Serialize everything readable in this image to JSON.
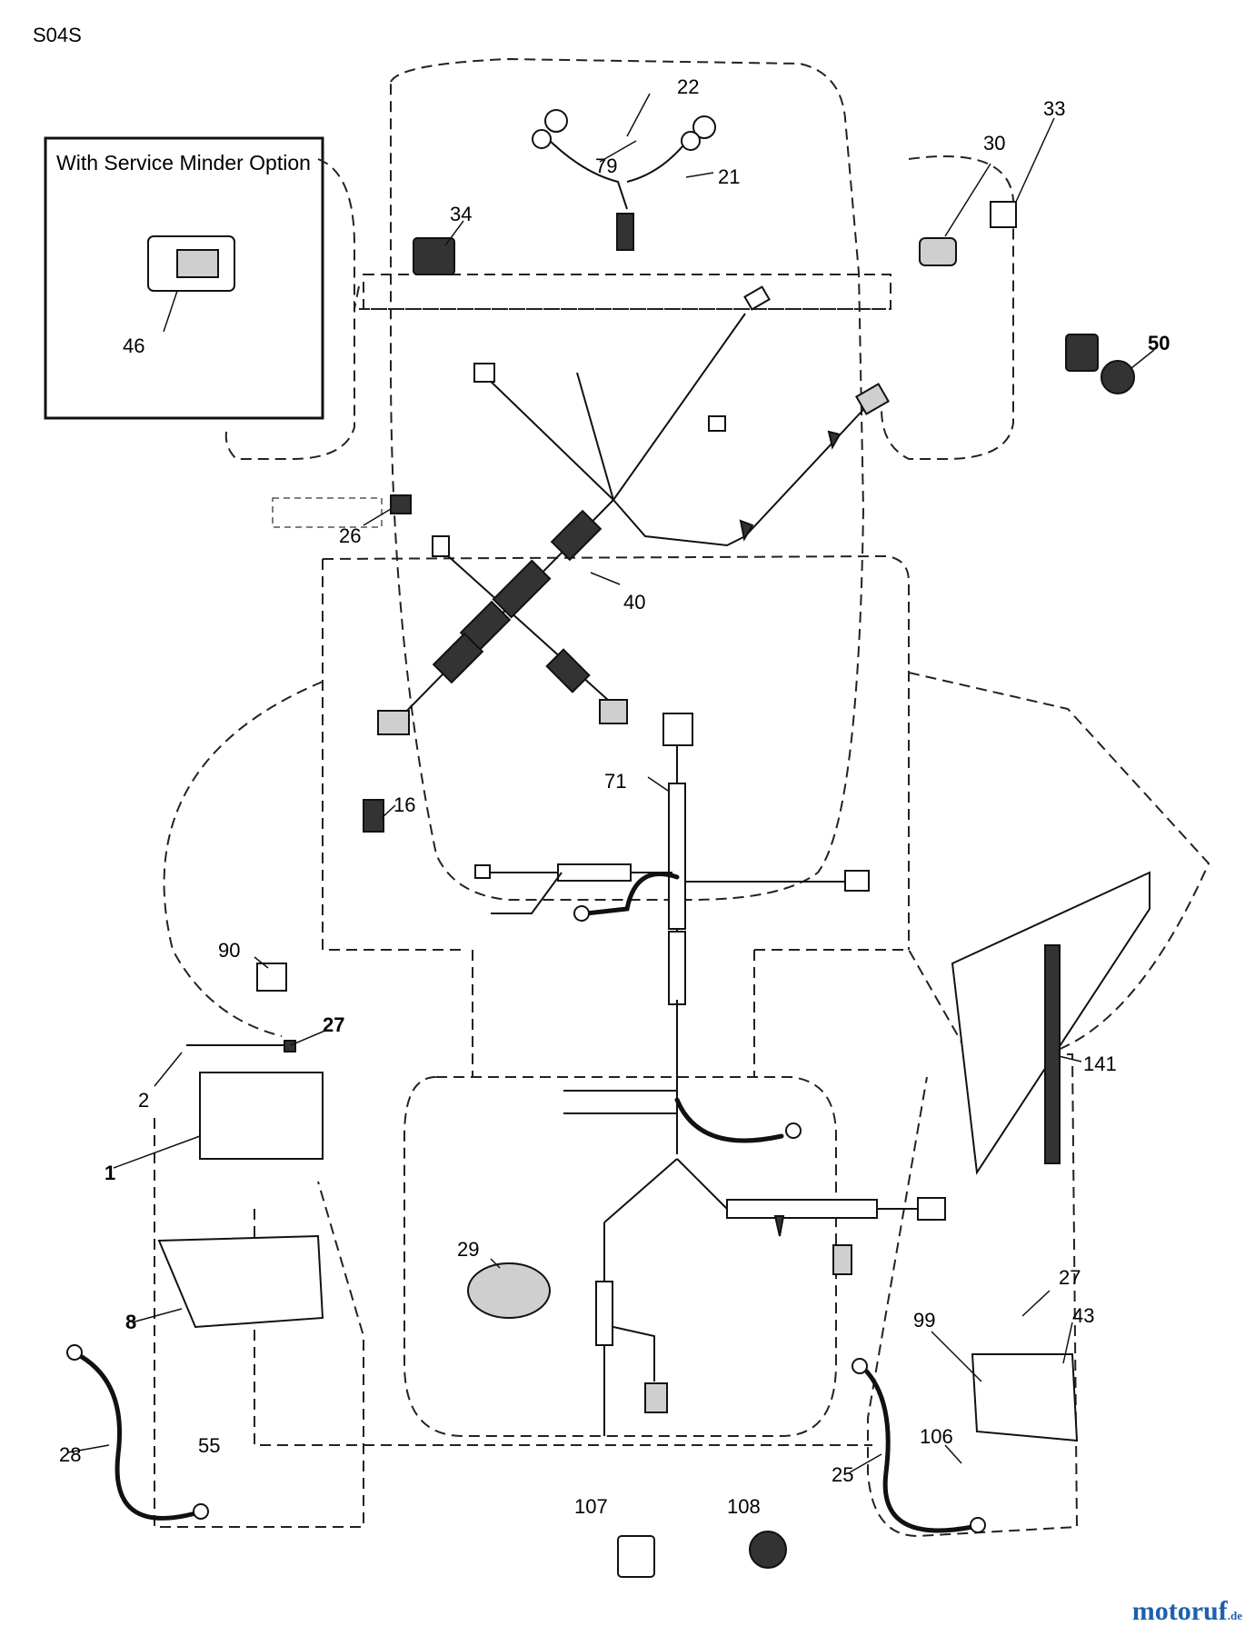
{
  "diagram_code": "S04S",
  "option_box": {
    "title": "With Service Minder Option"
  },
  "labels": {
    "p1": "1",
    "p2": "2",
    "p8": "8",
    "p16": "16",
    "p21": "21",
    "p22": "22",
    "p25": "25",
    "p26": "26",
    "p27a": "27",
    "p27b": "27",
    "p28": "28",
    "p29": "29",
    "p30": "30",
    "p33": "33",
    "p34": "34",
    "p40": "40",
    "p43": "43",
    "p46": "46",
    "p50": "50",
    "p55": "55",
    "p71": "71",
    "p79": "79",
    "p90": "90",
    "p99": "99",
    "p106": "106",
    "p107": "107",
    "p108": "108",
    "p141": "141"
  },
  "watermark": {
    "brand": "motoruf",
    "tld": ".de"
  }
}
